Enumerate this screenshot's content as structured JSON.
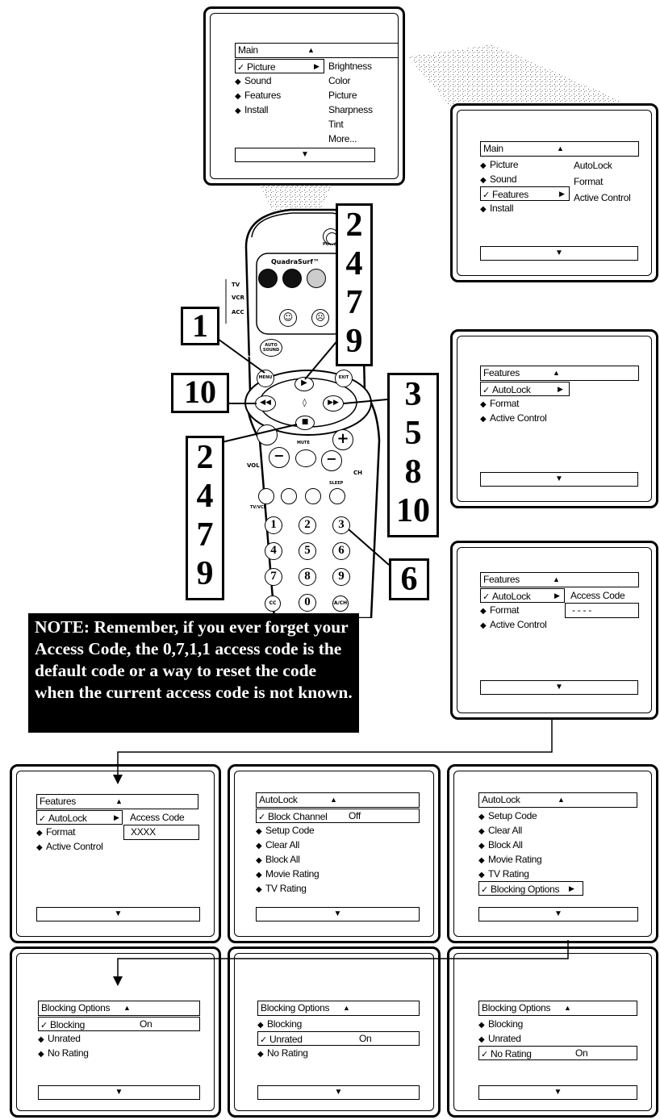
{
  "screen1": {
    "title": "Main",
    "items": [
      {
        "label": "Picture",
        "selected": true
      },
      {
        "label": "Sound"
      },
      {
        "label": "Features"
      },
      {
        "label": "Install"
      }
    ],
    "submenu": [
      "Brightness",
      "Color",
      "Picture",
      "Sharpness",
      "Tint",
      "More..."
    ]
  },
  "screen2": {
    "title": "Main",
    "items": [
      {
        "label": "Picture"
      },
      {
        "label": "Sound"
      },
      {
        "label": "Features",
        "selected": true
      },
      {
        "label": "Install"
      }
    ],
    "submenu": [
      "AutoLock",
      "Format",
      "Active Control"
    ]
  },
  "screen3": {
    "title": "Features",
    "items": [
      {
        "label": "AutoLock",
        "selected": true
      },
      {
        "label": "Format"
      },
      {
        "label": "Active Control"
      }
    ]
  },
  "screen4": {
    "title": "Features",
    "items": [
      {
        "label": "AutoLock",
        "selected": true
      },
      {
        "label": "Format"
      },
      {
        "label": "Active Control"
      }
    ],
    "sub_label": "Access Code",
    "code": "- - - -"
  },
  "screen5": {
    "title": "Features",
    "items": [
      {
        "label": "AutoLock",
        "selected": true
      },
      {
        "label": "Format"
      },
      {
        "label": "Active Control"
      }
    ],
    "sub_label": "Access Code",
    "code": "XXXX"
  },
  "screen6": {
    "title": "AutoLock",
    "items": [
      {
        "label": "Block Channel",
        "selected": true,
        "value": "Off"
      },
      {
        "label": "Setup Code"
      },
      {
        "label": "Clear All"
      },
      {
        "label": "Block All"
      },
      {
        "label": "Movie Rating"
      },
      {
        "label": "TV Rating"
      }
    ]
  },
  "screen7": {
    "title": "AutoLock",
    "items": [
      {
        "label": "Setup Code"
      },
      {
        "label": "Clear All"
      },
      {
        "label": "Block All"
      },
      {
        "label": "Movie Rating"
      },
      {
        "label": "TV Rating"
      },
      {
        "label": "Blocking Options",
        "selected": true
      }
    ]
  },
  "screen8": {
    "title": "Blocking Options",
    "items": [
      {
        "label": "Blocking",
        "selected": true,
        "value": "On"
      },
      {
        "label": "Unrated"
      },
      {
        "label": "No Rating"
      }
    ]
  },
  "screen9": {
    "title": "Blocking Options",
    "items": [
      {
        "label": "Blocking"
      },
      {
        "label": "Unrated",
        "selected": true,
        "value": "On"
      },
      {
        "label": "No Rating"
      }
    ]
  },
  "screen10": {
    "title": "Blocking Options",
    "items": [
      {
        "label": "Blocking"
      },
      {
        "label": "Unrated"
      },
      {
        "label": "No Rating",
        "selected": true,
        "value": "On"
      }
    ]
  },
  "remote": {
    "brand_label": "QuadraSurf™",
    "mode_labels": [
      "TV",
      "VCR",
      "ACC"
    ],
    "auto_sound": "AUTO SOUND",
    "menu": "MENU",
    "exit": "EXIT",
    "mute": "MUTE",
    "vol": "VOL",
    "ch": "CH",
    "tvvcr": "TV/VCR",
    "sleep": "SLEEP",
    "cc": "CC",
    "avcr": "A/CH",
    "power": "POWER",
    "keys": [
      "1",
      "2",
      "3",
      "4",
      "5",
      "6",
      "7",
      "8",
      "9",
      "0"
    ]
  },
  "callouts": {
    "step1": "1",
    "step_up": [
      "2",
      "4",
      "7",
      "9"
    ],
    "step_left": "10",
    "step_right": [
      "3",
      "5",
      "8",
      "10"
    ],
    "step_down": [
      "2",
      "4",
      "7",
      "9"
    ],
    "step6": "6"
  },
  "note": "NOTE: Remember, if you ever forget your Access Code, the 0,7,1,1 access code is the default code or a way to reset the code when the current access code is not known."
}
